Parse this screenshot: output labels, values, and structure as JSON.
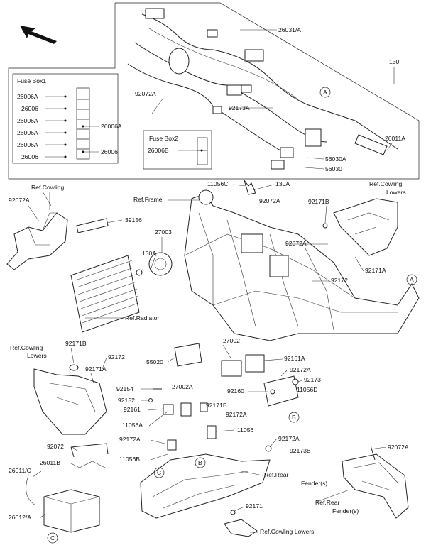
{
  "callouts": {
    "fuse_box1_title": "Fuse Box1",
    "fuse_box2_title": "Fuse Box2",
    "fb1_a": "26006A",
    "fb1_b": "26006",
    "fb1_c": "26006A",
    "fb1_d": "26006A",
    "fb1_e": "26006A",
    "fb1_f": "26006",
    "fb1_r1": "26006A",
    "fb1_r2": "26006",
    "fb2_a": "26006B",
    "p26031A": "26031/A",
    "p130": "130",
    "p92072A_top": "92072A",
    "p92173A_top": "92173A",
    "p26011A": "26011A",
    "p56030A": "56030A",
    "p56030": "56030",
    "p11056C": "11056C",
    "p130A_top": "130A",
    "p92072A_frame": "92072A",
    "ref_frame": "Ref.Frame",
    "ref_cowling": "Ref.Cowling",
    "p92072A_left": "92072A",
    "ref_cowling_lowers_top1": "Ref.Cowling",
    "ref_cowling_lowers_top2": "Lowers",
    "p92171B_top": "92171B",
    "p39156": "39156",
    "p27003": "27003",
    "p130A_mid": "130A",
    "p92072A_mid": "92072A",
    "p92171A_top": "92171A",
    "p92172_mid": "92172",
    "ref_radiator": "Ref.Radiator",
    "ref_cowling_lowers_l1": "Ref.Cowling",
    "ref_cowling_lowers_l2": "Lowers",
    "p92171B_left": "92171B",
    "p92172_left": "92172",
    "p92171A_left": "92171A",
    "p55020": "55020",
    "p27002": "27002",
    "p92161A": "92161A",
    "p92172A_r1": "92172A",
    "p92173": "92173",
    "p92160": "92160",
    "p11056D": "11056D",
    "p92154": "92154",
    "p92152": "92152",
    "p27002A": "27002A",
    "p92161": "92161",
    "p92171B_mid": "92171B",
    "p92172A_mid": "92172A",
    "p11056A": "11056A",
    "p11056": "11056",
    "p92172A_low": "92172A",
    "p92172A_r2": "92172A",
    "p92173B": "92173B",
    "p11056B": "11056B",
    "p92072": "92072",
    "p26011B": "26011B",
    "p26011C": "26011/C",
    "p26012A": "26012/A",
    "ref_rear_fender_1": "Ref.Rear",
    "ref_rear_fender_2": "Fender(s)",
    "p92072A_br": "92072A",
    "ref_rear_fender_3": "Ref.Rear",
    "ref_rear_fender_4": "Fender(s)",
    "p92171": "92171",
    "ref_cowling_lowers_bottom": "Ref.Cowling Lowers",
    "mark_a1": "A",
    "mark_a2": "A",
    "mark_b1": "B",
    "mark_b2": "B",
    "mark_c1": "C",
    "mark_c2": "C"
  }
}
